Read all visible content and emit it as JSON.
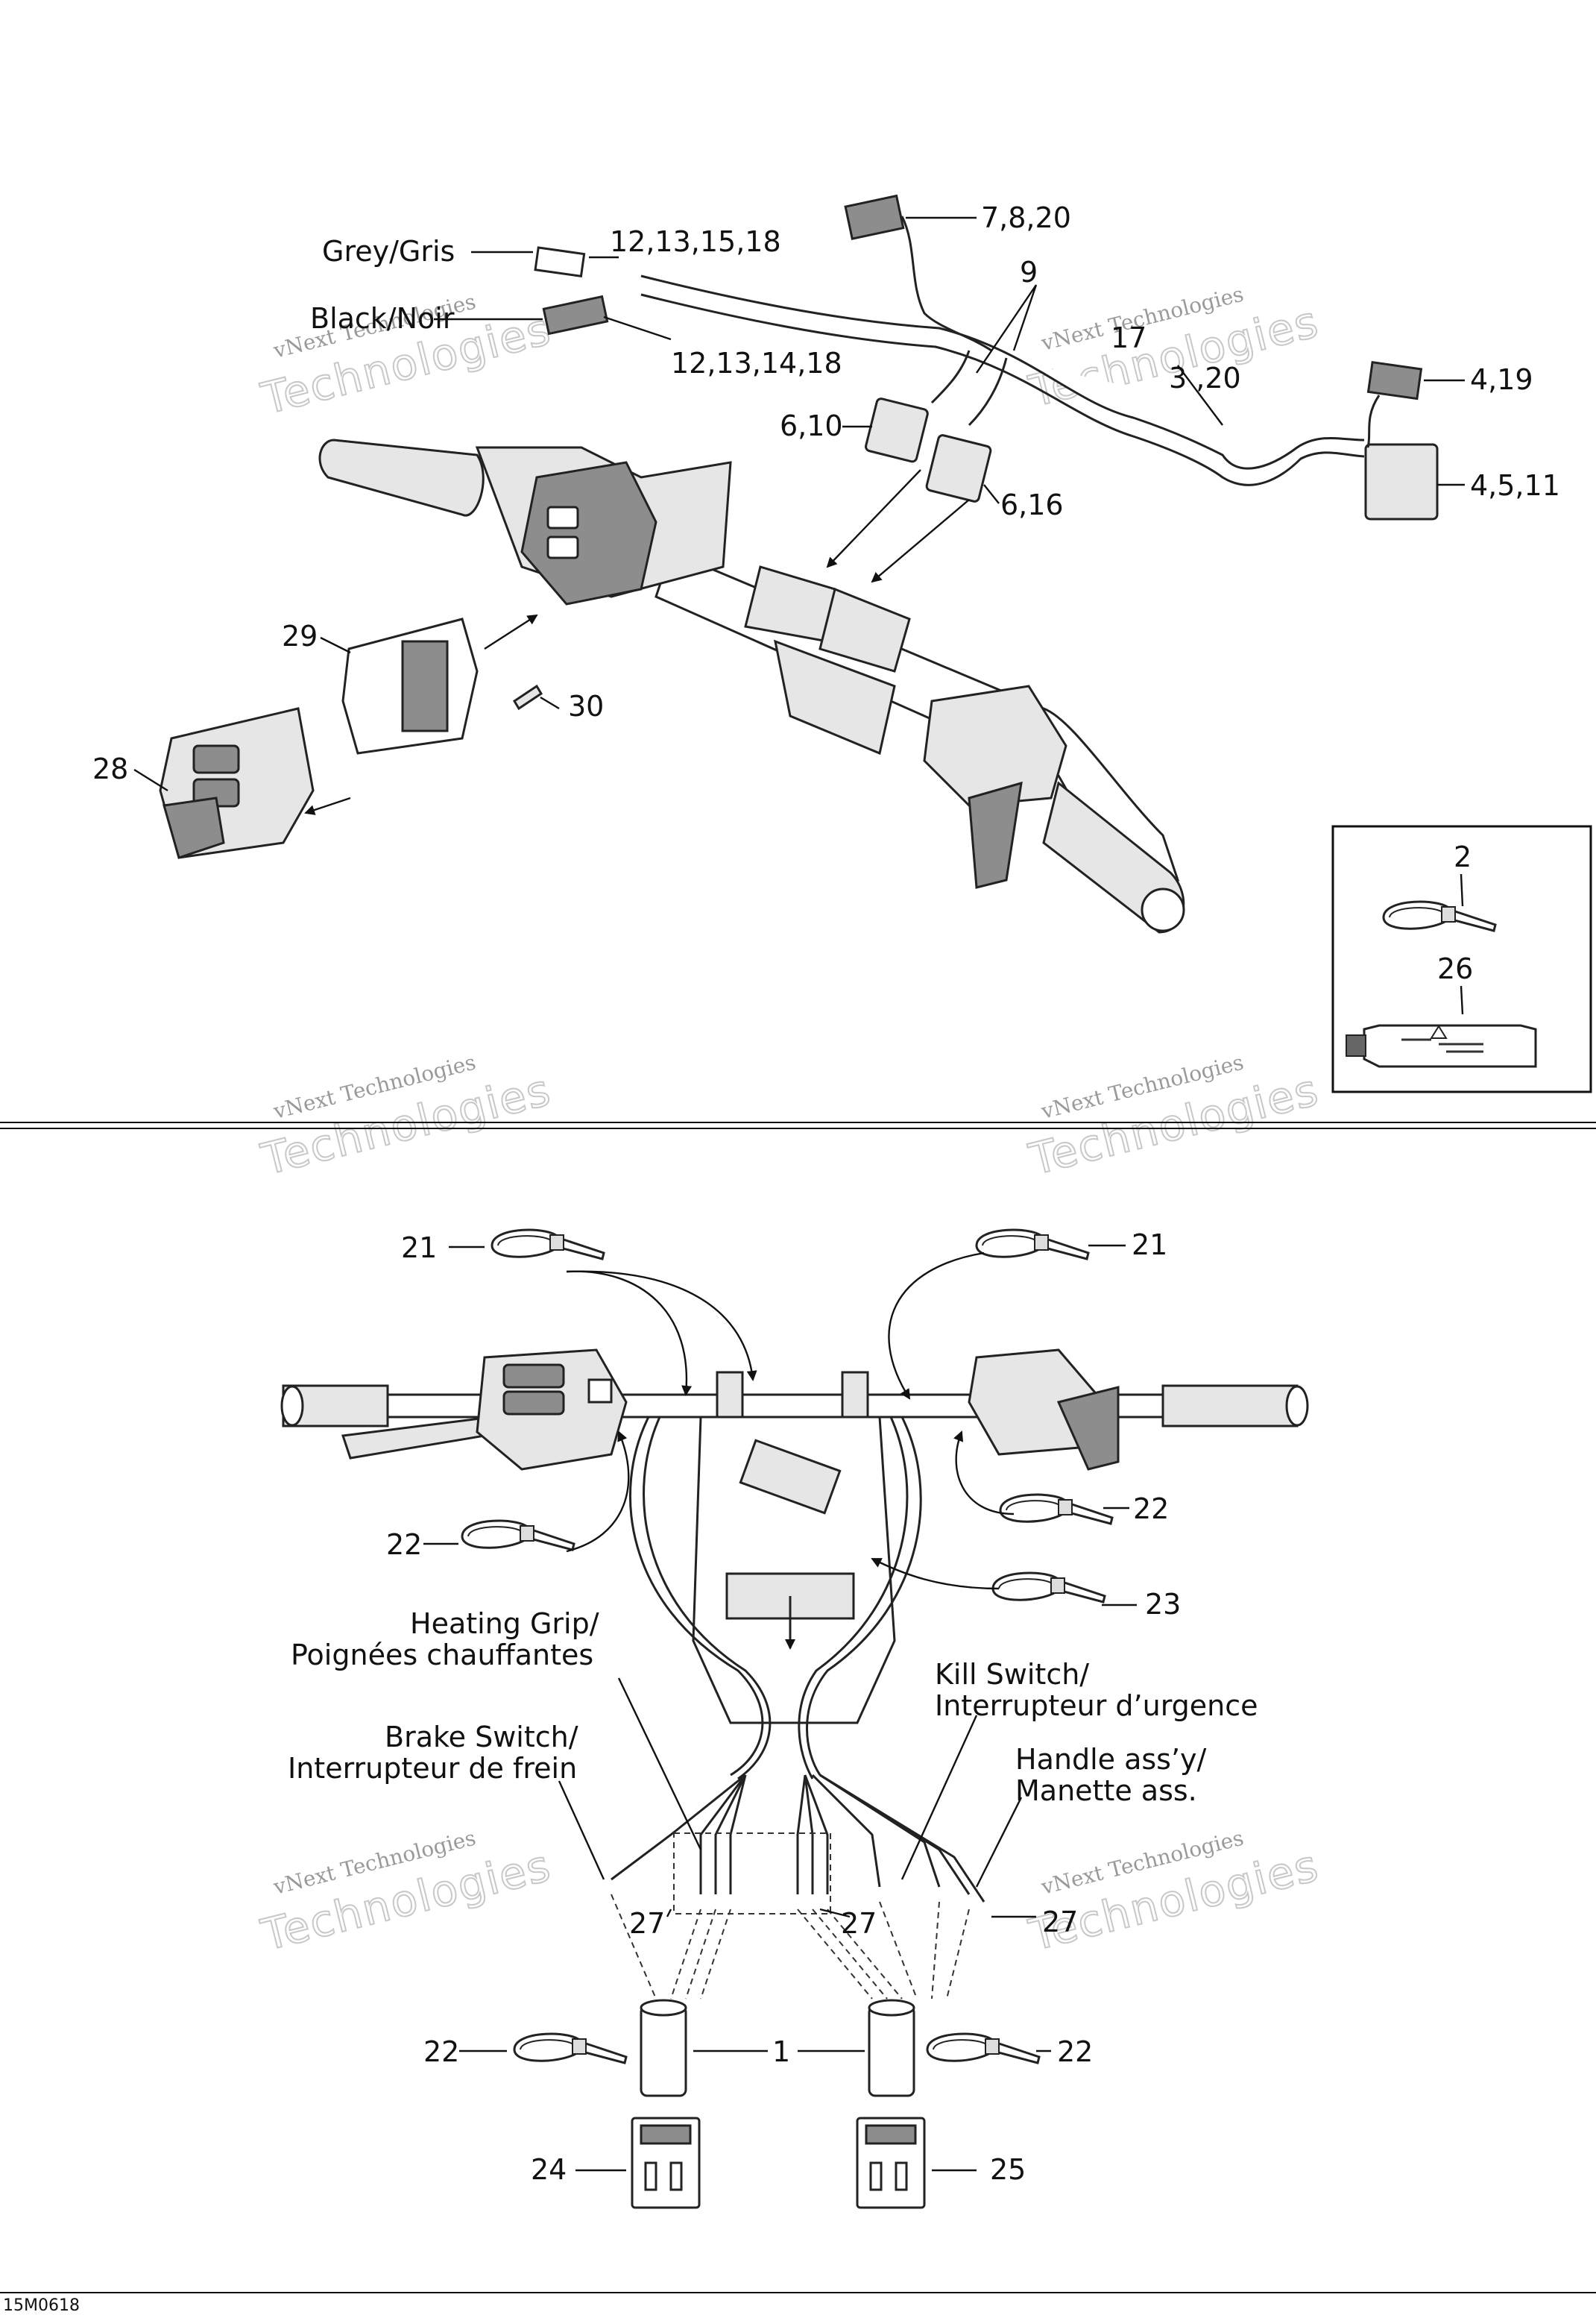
{
  "figure_code": "15M0618",
  "watermark": {
    "line1": "vNext Technologies",
    "line2": "Technologies"
  },
  "upper": {
    "labels": {
      "grey_gris": "Grey/Gris",
      "black_noir": "Black/Noir",
      "p12_13_15_18": "12,13,15,18",
      "p12_13_14_18": "12,13,14,18",
      "p7_8_20": "7,8,20",
      "p9": "9",
      "p17": "17",
      "p3_20": "3 ,20",
      "p4_19": "4,19",
      "p4_5_11": "4,5,11",
      "p6_10": "6,10",
      "p6_16": "6,16",
      "p29": "29",
      "p30": "30",
      "p28": "28"
    },
    "inset": {
      "p2": "2",
      "p26": "26"
    }
  },
  "lower": {
    "labels": {
      "p21_left": "21",
      "p21_right": "21",
      "p22_mid_right": "22",
      "p22_mid_left": "22",
      "p23": "23",
      "heating_1": "Heating Grip/",
      "heating_2": "Poignées chauffantes",
      "kill_1": "Kill Switch/",
      "kill_2": "Interrupteur d’urgence",
      "brake_1": "Brake Switch/",
      "brake_2": "Interrupteur de frein",
      "handle_1": "Handle ass’y/",
      "handle_2": "Manette ass.",
      "p27_a": "27",
      "p27_b": "27",
      "p27_c": "27",
      "p22_bot_left": "22",
      "p1": "1",
      "p22_bot_right": "22",
      "p24": "24",
      "p25": "25"
    }
  }
}
